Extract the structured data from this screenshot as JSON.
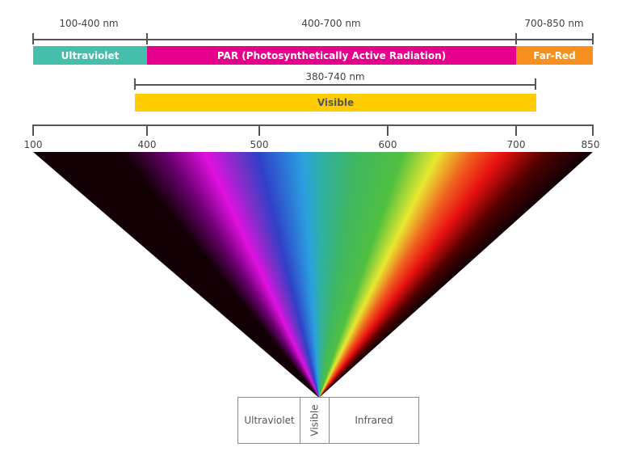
{
  "ranges": {
    "uv_range": "100-400 nm",
    "par_range": "400-700 nm",
    "farred_range": "700-850 nm",
    "visible_range": "380-740 nm"
  },
  "bands": {
    "ultraviolet": "Ultraviolet",
    "par": "PAR (Photosynthetically Active Radiation)",
    "far_red": "Far-Red",
    "visible": "Visible"
  },
  "axis": {
    "ticks": [
      "100",
      "400",
      "500",
      "600",
      "700",
      "850"
    ]
  },
  "legend_boxes": {
    "ultraviolet": "Ultraviolet",
    "visible": "Visible",
    "infrared": "Infrared"
  },
  "colors": {
    "ultraviolet": "#45bfaa",
    "par": "#e6008c",
    "far_red": "#f7901e",
    "visible": "#ffcc00"
  }
}
